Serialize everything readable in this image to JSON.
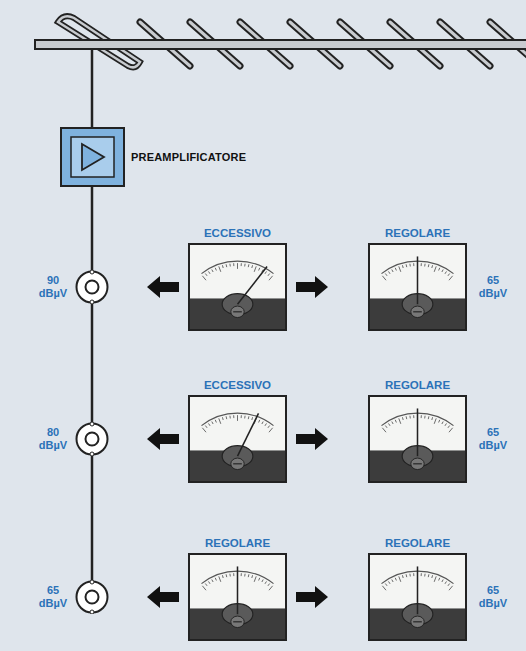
{
  "diagram": {
    "nodes": [
      {
        "text": [
          "PREAMPLIFICATORE"
        ]
      },
      {
        "text": [
          "90 dBµV"
        ]
      },
      {
        "text": [
          "ECCESSIVO"
        ]
      },
      {
        "text": [
          "REGOLARE",
          "65 dBµV"
        ]
      },
      {
        "text": [
          "80 dBµV"
        ]
      },
      {
        "text": [
          "ECCESSIVO"
        ]
      },
      {
        "text": [
          "REGOLARE",
          "65 dBµV"
        ]
      },
      {
        "text": [
          "65 dBµV"
        ]
      },
      {
        "text": [
          "REGOLARE"
        ]
      },
      {
        "text": [
          "REGOLARE",
          "65 dBµV"
        ]
      }
    ],
    "edges": [
      {
        "from": 0,
        "to": 1,
        "arrow": "none"
      },
      {
        "from": 1,
        "to": 4,
        "arrow": "none"
      },
      {
        "from": 4,
        "to": 7,
        "arrow": "none"
      },
      {
        "from": 2,
        "to": 1,
        "arrow": "to"
      },
      {
        "from": 2,
        "to": 3,
        "arrow": "to"
      },
      {
        "from": 5,
        "to": 4,
        "arrow": "to"
      },
      {
        "from": 5,
        "to": 6,
        "arrow": "to"
      },
      {
        "from": 8,
        "to": 7,
        "arrow": "to"
      },
      {
        "from": 8,
        "to": 9,
        "arrow": "to"
      }
    ]
  }
}
